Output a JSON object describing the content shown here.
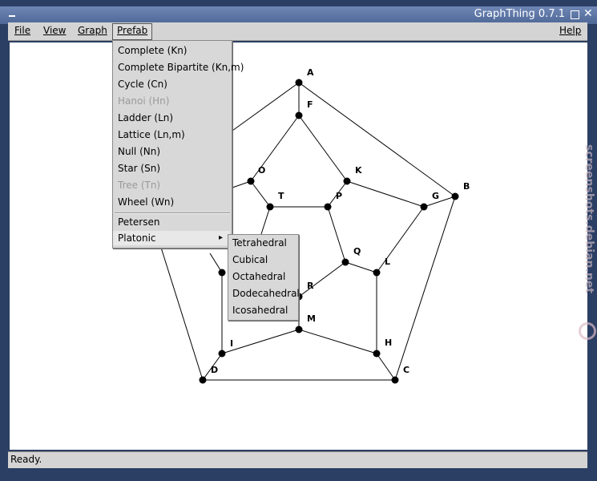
{
  "window": {
    "title": "GraphThing 0.7.1"
  },
  "menubar": {
    "file": "File",
    "view": "View",
    "graph": "Graph",
    "prefab": "Prefab",
    "help": "Help"
  },
  "prefab_menu": {
    "complete": "Complete (Kn)",
    "complete_bipartite": "Complete Bipartite (Kn,m)",
    "cycle": "Cycle (Cn)",
    "hanoi": "Hanoi (Hn)",
    "ladder": "Ladder (Ln)",
    "lattice": "Lattice (Ln,m)",
    "null": "Null (Nn)",
    "star": "Star (Sn)",
    "tree": "Tree (Tn)",
    "wheel": "Wheel (Wn)",
    "petersen": "Petersen",
    "platonic": "Platonic"
  },
  "platonic_submenu": {
    "tetrahedral": "Tetrahedral",
    "cubical": "Cubical",
    "octahedral": "Octahedral",
    "dodecahedral": "Dodecahedral",
    "icosahedral": "Icosahedral"
  },
  "graph": {
    "vertices": [
      "A",
      "B",
      "C",
      "D",
      "F",
      "G",
      "H",
      "I",
      "K",
      "L",
      "M",
      "O",
      "P",
      "Q",
      "R",
      "T"
    ]
  },
  "status": {
    "text": "Ready."
  },
  "watermark": {
    "text": "screenshots.debian.net"
  }
}
